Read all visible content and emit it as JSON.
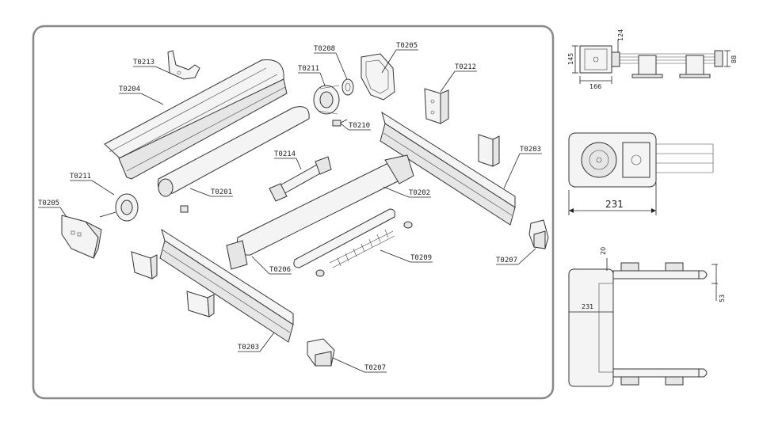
{
  "parts": {
    "t0213": "T0213",
    "t0204": "T0204",
    "t0208": "T0208",
    "t0211_top": "T0211",
    "t0205_top": "T0205",
    "t0212": "T0212",
    "t0210": "T0210",
    "t0203_right": "T0203",
    "t0214": "T0214",
    "t0201": "T0201",
    "t0202": "T0202",
    "t0211_left": "T0211",
    "t0205_left": "T0205",
    "t0209": "T0209",
    "t0207_right": "T0207",
    "t0206": "T0206",
    "t0203_bottom": "T0203",
    "t0207_bottom": "T0207"
  },
  "dimensions": {
    "side_145": "145",
    "side_124": "124",
    "side_166": "166",
    "side_88": "88",
    "front_231": "231",
    "top_20": "20",
    "top_231": "231",
    "top_53": "53"
  }
}
